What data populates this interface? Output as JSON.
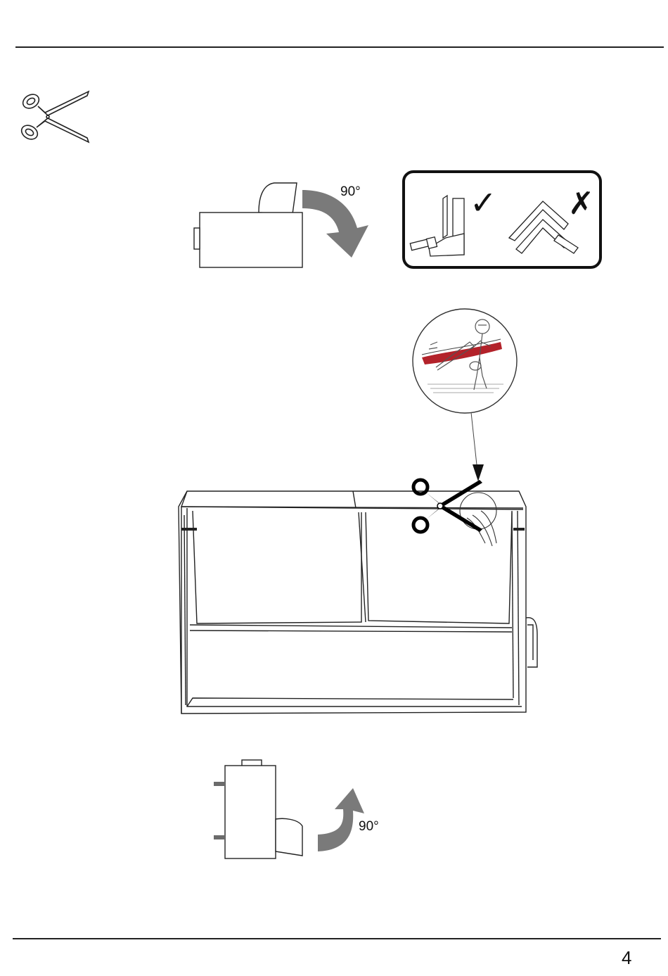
{
  "page": {
    "number": "4"
  },
  "step1": {
    "rotation_label": "90°",
    "correct_mark": "✓",
    "wrong_mark": "✗"
  },
  "step3": {
    "rotation_label": "90°"
  },
  "icons": {
    "header": "scissors-icon",
    "cut_indicator": "scissors-icon",
    "rotate_cw": "curved-arrow-down-icon",
    "rotate_ccw": "curved-arrow-up-icon"
  },
  "colors": {
    "arrow": "#7a7a7a",
    "line": "#222222",
    "tape": "#b3222a"
  }
}
